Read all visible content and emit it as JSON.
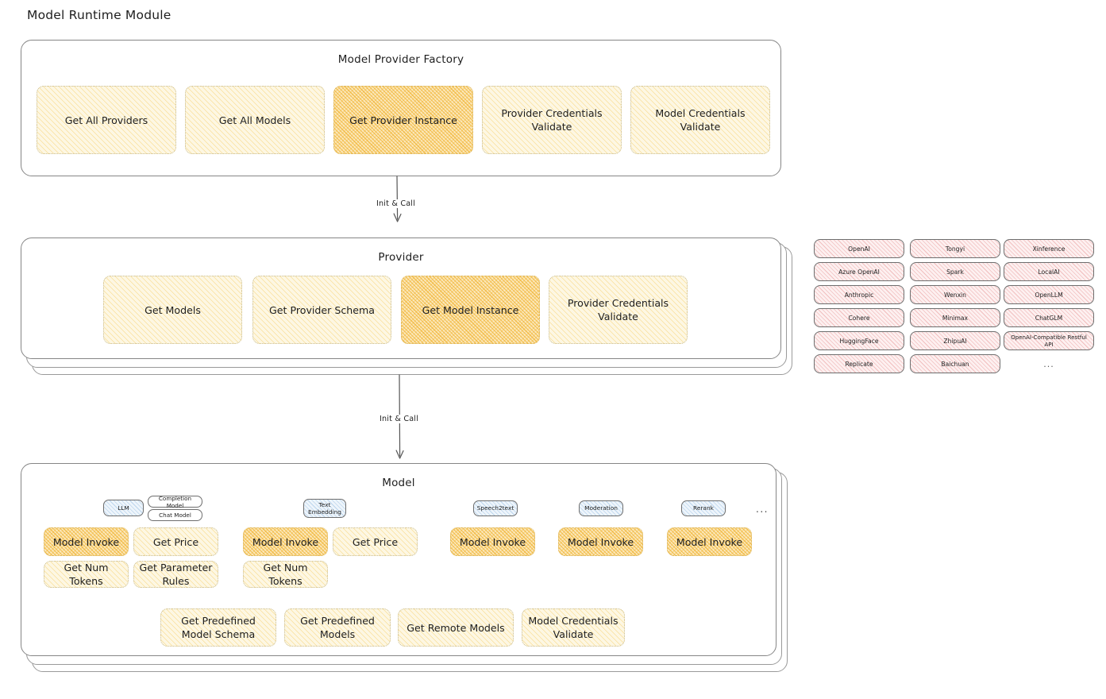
{
  "diagram": {
    "title": "Model Runtime Module",
    "style": "hand-drawn architecture diagram",
    "accent_yellow": "#F5CB5C",
    "accent_yellow_hot": "#F0B22E",
    "accent_pink": "#E07878",
    "accent_blue": "#6EA4D6",
    "stroke": "#868686"
  },
  "factory": {
    "title": "Model Provider Factory",
    "boxes": [
      {
        "label": "Get All Providers",
        "highlighted": false
      },
      {
        "label": "Get All Models",
        "highlighted": false
      },
      {
        "label": "Get Provider Instance",
        "highlighted": true
      },
      {
        "label": "Provider Credentials Validate",
        "highlighted": false
      },
      {
        "label": "Model Credentials Validate",
        "highlighted": false
      }
    ]
  },
  "arrow1": {
    "label": "Init & Call"
  },
  "provider": {
    "title": "Provider",
    "boxes": [
      {
        "label": "Get Models",
        "highlighted": false
      },
      {
        "label": "Get Provider Schema",
        "highlighted": false
      },
      {
        "label": "Get Model Instance",
        "highlighted": true
      },
      {
        "label": "Provider Credentials Validate",
        "highlighted": false
      }
    ]
  },
  "arrow2": {
    "label": "Init & Call"
  },
  "provider_list": {
    "ellipsis": "...",
    "columns": [
      [
        "OpenAI",
        "Azure OpenAI",
        "Anthropic",
        "Cohere",
        "HuggingFace",
        "Replicate"
      ],
      [
        "Tongyi",
        "Spark",
        "Wenxin",
        "Minimax",
        "ZhipuAI",
        "Baichuan"
      ],
      [
        "Xinference",
        "LocalAI",
        "OpenLLM",
        "ChatGLM",
        "OpenAI-Compatible Restful API"
      ]
    ]
  },
  "model": {
    "title": "Model",
    "ellipsis": "...",
    "types": [
      {
        "name": "LLM",
        "subtypes": [
          "Completion Model",
          "Chat Model"
        ],
        "methods": [
          {
            "label": "Model Invoke",
            "highlighted": true
          },
          {
            "label": "Get Price",
            "highlighted": false
          },
          {
            "label": "Get Num Tokens",
            "highlighted": false
          },
          {
            "label": "Get Parameter Rules",
            "highlighted": false
          }
        ]
      },
      {
        "name": "Text Embedding",
        "subtypes": [],
        "methods": [
          {
            "label": "Model Invoke",
            "highlighted": true
          },
          {
            "label": "Get Price",
            "highlighted": false
          },
          {
            "label": "Get Num Tokens",
            "highlighted": false
          }
        ]
      },
      {
        "name": "Speech2text",
        "subtypes": [],
        "methods": [
          {
            "label": "Model Invoke",
            "highlighted": true
          }
        ]
      },
      {
        "name": "Moderation",
        "subtypes": [],
        "methods": [
          {
            "label": "Model Invoke",
            "highlighted": true
          }
        ]
      },
      {
        "name": "Rerank",
        "subtypes": [],
        "methods": [
          {
            "label": "Model Invoke",
            "highlighted": true
          }
        ]
      }
    ],
    "common_methods": [
      "Get Predefined Model Schema",
      "Get Predefined Models",
      "Get Remote Models",
      "Model Credentials Validate"
    ]
  }
}
